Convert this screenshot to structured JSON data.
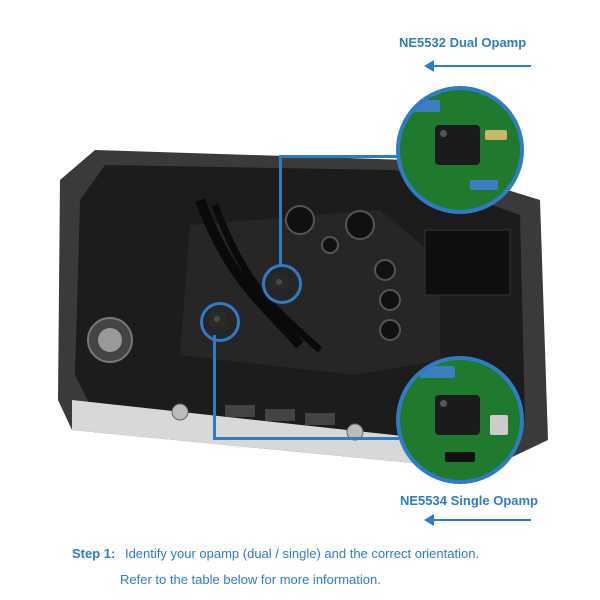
{
  "labels": {
    "top_opamp": "NE5532 Dual Opamp",
    "bottom_opamp": "NE5534 Single Opamp"
  },
  "instructions": {
    "step_label": "Step 1:",
    "line1": "Identify your opamp (dual / single) and the correct orientation.",
    "line2": "Refer to the table below for more information."
  },
  "colors": {
    "accent": "#2f7cc6",
    "pcb_green": "#1f7a2d",
    "chassis": "#2b2b2b"
  }
}
